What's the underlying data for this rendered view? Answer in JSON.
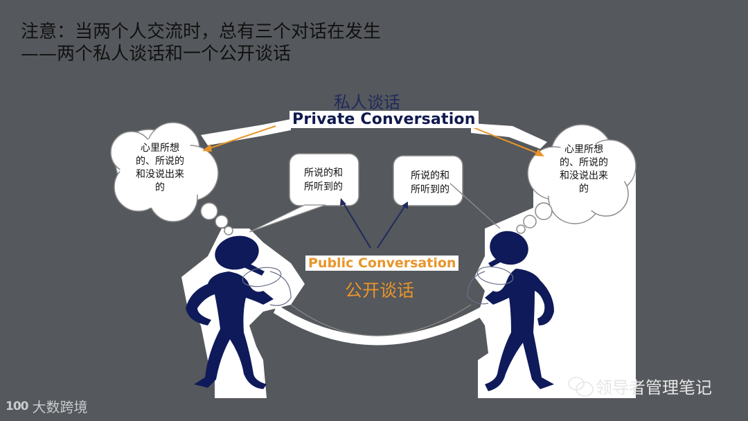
{
  "heading": {
    "line1": "注意：当两个人交流时，总有三个对话在发生",
    "line2": "——两个私人谈话和一个公开谈话"
  },
  "diagram": {
    "private_label_cn": "私人谈话",
    "private_label_en": "Private Conversation",
    "public_label_en": "Public Conversation",
    "public_label_cn": "公开谈话",
    "left_thought_lines": [
      "心里所想",
      "的、所说的",
      "和没说出来",
      "的"
    ],
    "right_thought_lines": [
      "心里所想",
      "的、所说的",
      "和没说出来",
      "的"
    ],
    "left_speech_lines": [
      "所说的和",
      "所听到的"
    ],
    "right_speech_lines": [
      "所说的和",
      "所听到的"
    ]
  },
  "colors": {
    "background": "#55585c",
    "figure_navy": "#0f1a5a",
    "private_text": "#10194f",
    "public_text": "#e8952a",
    "orange_arrow": "#e8952a",
    "navy_arrow": "#1f2a5c"
  },
  "watermarks": {
    "left_logo": "100",
    "left_text": "大数跨境",
    "right_icon": "wechat-icon",
    "right_text": "领导者管理笔记"
  }
}
